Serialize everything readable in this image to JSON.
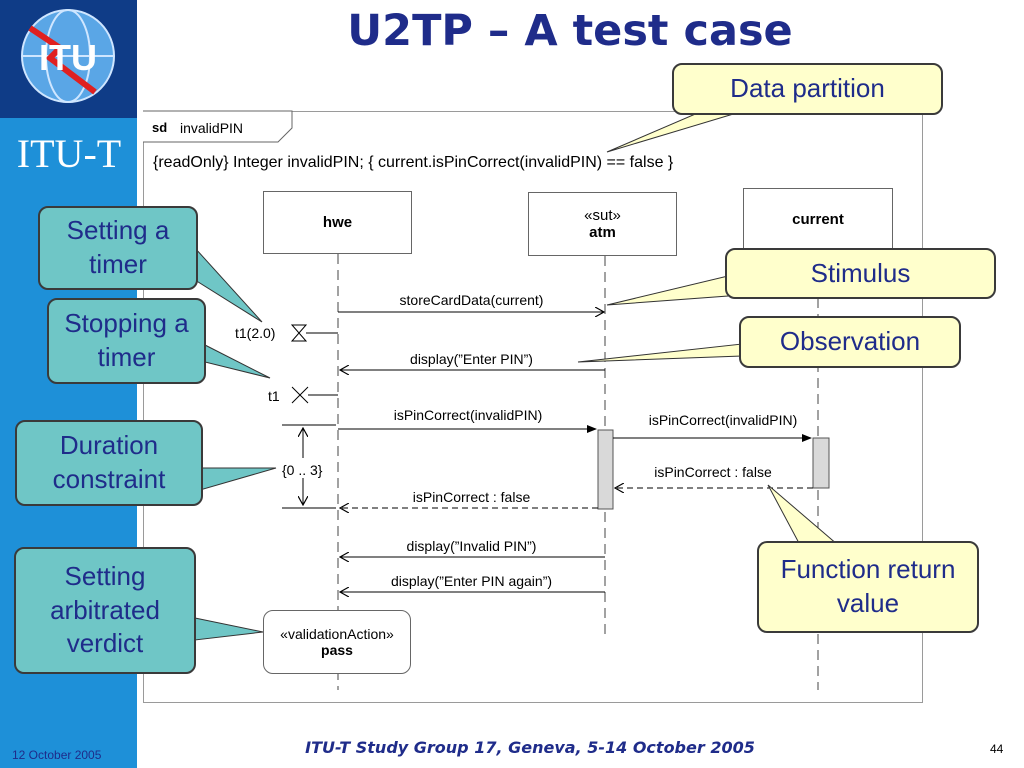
{
  "sidebar": {
    "brand": "ITU-T",
    "logo_text": "ITU"
  },
  "slide": {
    "title": "U2TP – A test case"
  },
  "diagram": {
    "sd_keyword": "sd",
    "sd_name": "invalidPIN",
    "declaration": "{readOnly} Integer invalidPIN; { current.isPinCorrect(invalidPIN) == false }",
    "lifelines": {
      "hwe": {
        "name": "hwe"
      },
      "atm": {
        "stereotype": "«sut»",
        "name": "atm"
      },
      "current": {
        "name": "current"
      }
    },
    "timers": {
      "start": "t1(2.0)",
      "stop": "t1"
    },
    "duration": "{0 .. 3}",
    "messages": {
      "m1": "storeCardData(current)",
      "m2": "display(”Enter PIN”)",
      "m3": "isPinCorrect(invalidPIN)",
      "m4": "isPinCorrect(invalidPIN)",
      "m5": "isPinCorrect : false",
      "m6": "isPinCorrect : false",
      "m7": "display(”Invalid PIN”)",
      "m8": "display(”Enter PIN again”)"
    },
    "validation": {
      "stereotype": "«validationAction»",
      "verdict": "pass"
    }
  },
  "callouts": {
    "data_partition": "Data partition",
    "setting_timer": "Setting a timer",
    "stimulus": "Stimulus",
    "stopping_timer": "Stopping a timer",
    "observation": "Observation",
    "duration": "Duration constraint",
    "function_return": "Function return value",
    "arbitrated": "Setting arbitrated verdict"
  },
  "footer": {
    "date": "12 October 2005",
    "center": "ITU-T Study Group 17, Geneva, 5-14 October 2005",
    "page": "44"
  },
  "colors": {
    "sidebar": "#1e90d8",
    "logo_bg": "#0f3c87",
    "title": "#1f2c8a",
    "callout_teal": "#6fc6c6",
    "callout_yellow": "#ffffcc"
  }
}
